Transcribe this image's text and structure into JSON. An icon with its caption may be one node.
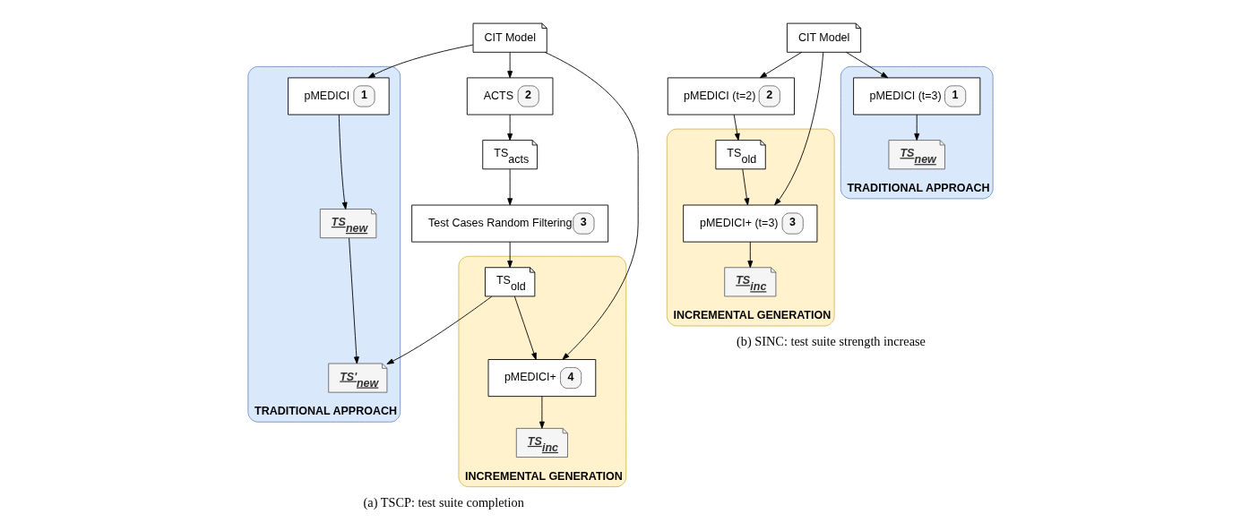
{
  "diagram": {
    "nodes": [
      {
        "text": [
          "CIT Model"
        ]
      },
      {
        "text": [
          "TRADITIONAL APPROACH"
        ]
      },
      {
        "text": [
          "pMEDICI",
          "1"
        ],
        "in": 1
      },
      {
        "text": [
          "TS$_{new}$"
        ],
        "in": 1
      },
      {
        "text": [
          "TS'$_{new}$"
        ],
        "in": 1
      },
      {
        "text": [
          "ACTS",
          "2"
        ]
      },
      {
        "text": [
          "TS$_{acts}$"
        ]
      },
      {
        "text": [
          "Test Cases Random Filtering",
          "3"
        ]
      },
      {
        "text": [
          "INCREMENTAL GENERATION"
        ]
      },
      {
        "text": [
          "TS$_{old}$"
        ],
        "in": 8
      },
      {
        "text": [
          "pMEDICI+",
          "4"
        ],
        "in": 8
      },
      {
        "text": [
          "TS$_{inc}$"
        ],
        "in": 8
      },
      {
        "text": [
          "CIT Model"
        ]
      },
      {
        "text": [
          "pMEDICI (t=2)",
          "2"
        ]
      },
      {
        "text": [
          "INCREMENTAL GENERATION"
        ]
      },
      {
        "text": [
          "TS$_{old}$"
        ],
        "in": 14
      },
      {
        "text": [
          "pMEDICI+ (t=3)",
          "3"
        ],
        "in": 14
      },
      {
        "text": [
          "TS$_{inc}$"
        ],
        "in": 14
      },
      {
        "text": [
          "TRADITIONAL APPROACH"
        ]
      },
      {
        "text": [
          "pMEDICI (t=3)",
          "1"
        ],
        "in": 18
      },
      {
        "text": [
          "TS$_{new}$"
        ],
        "in": 18
      }
    ],
    "edges": [
      {
        "from": 0,
        "to": 2,
        "arrow": "to"
      },
      {
        "from": 0,
        "to": 5,
        "arrow": "to"
      },
      {
        "from": 0,
        "to": 10,
        "arrow": "to"
      },
      {
        "from": 2,
        "to": 3,
        "arrow": "to"
      },
      {
        "from": 3,
        "to": 4,
        "arrow": "to"
      },
      {
        "from": 5,
        "to": 6,
        "arrow": "to"
      },
      {
        "from": 6,
        "to": 7,
        "arrow": "to"
      },
      {
        "from": 7,
        "to": 9,
        "arrow": "to"
      },
      {
        "from": 9,
        "to": 4,
        "arrow": "to"
      },
      {
        "from": 9,
        "to": 10,
        "arrow": "to"
      },
      {
        "from": 10,
        "to": 11,
        "arrow": "to"
      },
      {
        "from": 12,
        "to": 13,
        "arrow": "to"
      },
      {
        "from": 12,
        "to": 16,
        "arrow": "to"
      },
      {
        "from": 12,
        "to": 19,
        "arrow": "to"
      },
      {
        "from": 13,
        "to": 15,
        "arrow": "to"
      },
      {
        "from": 15,
        "to": 16,
        "arrow": "to"
      },
      {
        "from": 16,
        "to": 17,
        "arrow": "to"
      },
      {
        "from": 19,
        "to": 20,
        "arrow": "to"
      }
    ],
    "labels": [
      "(a) TSCP: test suite completion",
      "(b) SINC: test suite strength increase"
    ]
  }
}
